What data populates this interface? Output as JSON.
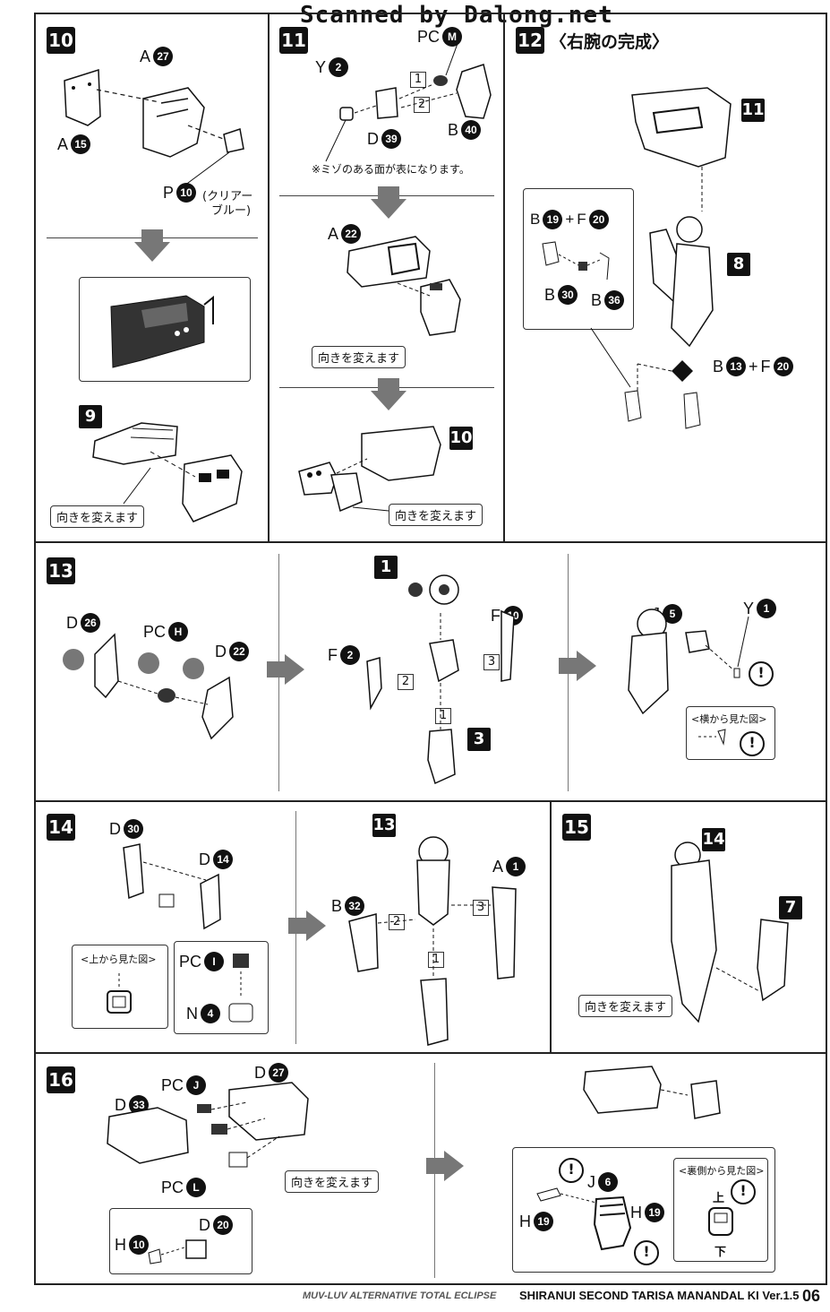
{
  "header": {
    "watermark": "Scanned by Dalong.net"
  },
  "colors": {
    "ink": "#111111",
    "arrow_gray": "#777777",
    "paper": "#ffffff"
  },
  "steps": {
    "s10": {
      "num": "10",
      "parts": {
        "a27": "A",
        "a27n": "27",
        "a15": "A",
        "a15n": "15",
        "p10": "P",
        "p10n": "10"
      },
      "note": "(クリアー\nブルー)",
      "note1": "(クリアー",
      "note2": "ブルー)",
      "sub": "9",
      "callout": "向きを変えます"
    },
    "s11": {
      "num": "11",
      "parts": {
        "pcm": "PC",
        "pcmn": "M",
        "y2": "Y",
        "y2n": "2",
        "b40": "B",
        "b40n": "40",
        "d39": "D",
        "d39n": "39",
        "a22": "A",
        "a22n": "22"
      },
      "note": "※ミゾのある面が表になります。",
      "callout1": "向きを変えます",
      "callout2": "向きを変えます",
      "sub": "10",
      "o1": "1",
      "o2": "2"
    },
    "s12": {
      "num": "12",
      "title": "〈右腕の完成〉",
      "sub11": "11",
      "sub8": "8",
      "parts": {
        "b19": "B",
        "b19n": "19",
        "f20": "F",
        "f20n": "20",
        "b30": "B",
        "b30n": "30",
        "b36": "B",
        "b36n": "36",
        "b13": "B",
        "b13n": "13",
        "f20b": "F",
        "f20bn": "20"
      },
      "plus": "+"
    },
    "s13": {
      "num": "13",
      "parts": {
        "d26": "D",
        "d26n": "26",
        "pch": "PC",
        "pchn": "H",
        "d22": "D",
        "d22n": "22",
        "f2": "F",
        "f2n": "2",
        "f10": "F",
        "f10n": "10",
        "j5": "J",
        "j5n": "5",
        "y1": "Y",
        "y1n": "1"
      },
      "sub1": "1",
      "sub3": "3",
      "o1": "1",
      "o2": "2",
      "o3": "3",
      "box_label": "<横から見た図>"
    },
    "s14": {
      "num": "14",
      "parts": {
        "d30": "D",
        "d30n": "30",
        "d14": "D",
        "d14n": "14",
        "pci": "PC",
        "pcin": "I",
        "n4": "N",
        "n4n": "4",
        "b32": "B",
        "b32n": "32",
        "a1": "A",
        "a1n": "1"
      },
      "sub13": "13",
      "box_label": "<上から見た図>",
      "o1": "1",
      "o2": "2",
      "o3": "3"
    },
    "s15": {
      "num": "15",
      "sub14": "14",
      "sub7": "7",
      "callout": "向きを変えます"
    },
    "s16": {
      "num": "16",
      "parts": {
        "pcj": "PC",
        "pcjn": "J",
        "d27": "D",
        "d27n": "27",
        "d33": "D",
        "d33n": "33",
        "pcl": "PC",
        "pcln": "L",
        "h10": "H",
        "h10n": "10",
        "d20": "D",
        "d20n": "20",
        "j6": "J",
        "j6n": "6",
        "h19a": "H",
        "h19an": "19",
        "h19b": "H",
        "h19bn": "19"
      },
      "callout": "向きを変えます",
      "box_label": "<裏側から見た図>",
      "up": "上",
      "down": "下"
    }
  },
  "footer": {
    "series": "MUV-LUV ALTERNATIVE TOTAL ECLIPSE",
    "model": "SHIRANUI SECOND TARISA MANANDAL KI Ver.1.5",
    "page": "06"
  }
}
